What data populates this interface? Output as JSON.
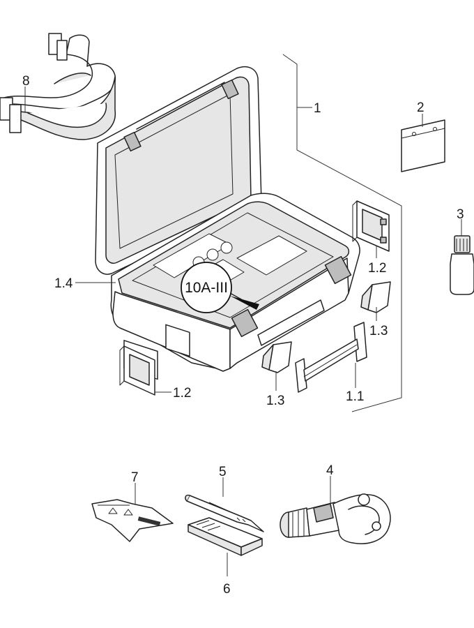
{
  "callouts": {
    "c1": "1",
    "c1_1": "1.1",
    "c1_2a": "1.2",
    "c1_2b": "1.2",
    "c1_3a": "1.3",
    "c1_3b": "1.3",
    "c1_4": "1.4",
    "c2": "2",
    "c3": "3",
    "c4": "4",
    "c5": "5",
    "c6": "6",
    "c7": "7",
    "c8": "8"
  },
  "badge": "10A-III"
}
